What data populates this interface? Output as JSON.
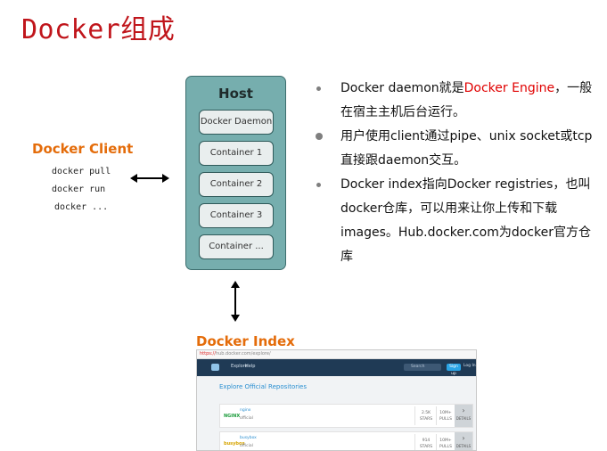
{
  "title": "Docker组成",
  "client": {
    "label": "Docker Client",
    "commands": [
      "docker pull",
      "docker run",
      "docker ..."
    ]
  },
  "host": {
    "label": "Host",
    "items": [
      "Docker Daemon",
      "Container 1",
      "Container 2",
      "Container 3",
      "Container ..."
    ]
  },
  "bullets": [
    {
      "before": "Docker daemon就是",
      "highlight": "Docker Engine",
      "after": "，一般在宿主主机后台运行。"
    },
    {
      "text": "用户使用client通过pipe、unix socket或tcp直接跟daemon交互。"
    },
    {
      "text": "Docker index指向Docker registries，也叫docker仓库，可以用来让你上传和下载images。Hub.docker.com为docker官方仓库"
    }
  ],
  "index": {
    "label": "Docker Index",
    "screenshot": {
      "url_prefix": "https://",
      "url": "hub.docker.com/explore/",
      "nav": [
        "Explore",
        "Help"
      ],
      "search_placeholder": "Search",
      "signup": "Sign up",
      "login": "Log In",
      "heading": "Explore Official Repositories",
      "repos": [
        {
          "logo": "NGINX",
          "name": "nginx",
          "tag": "official",
          "stars": "2.5K",
          "stars_label": "STARS",
          "pulls": "10M+",
          "pulls_label": "PULLS",
          "details": "DETAILS"
        },
        {
          "logo": "busybox",
          "name": "busybox",
          "tag": "official",
          "stars": "914",
          "stars_label": "STARS",
          "pulls": "10M+",
          "pulls_label": "PULLS",
          "details": "DETAILS"
        }
      ]
    }
  },
  "colors": {
    "title": "#c0151b",
    "label_orange": "#e46c0a",
    "host_fill": "#76aeae",
    "highlight": "#e00000"
  }
}
